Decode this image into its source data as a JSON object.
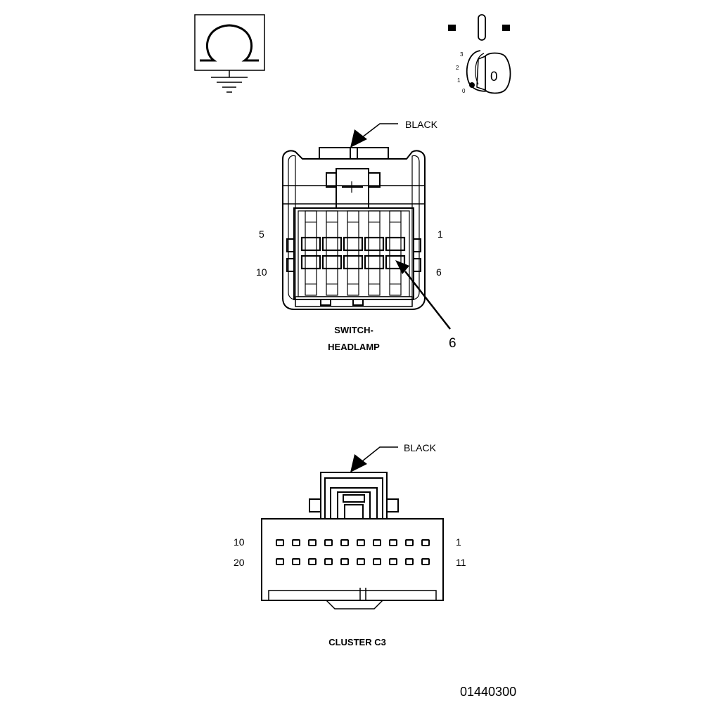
{
  "icons": {
    "ground_symbol": "ground-symbol-icon",
    "ignition_key": "ignition-key-icon"
  },
  "ignition_switch": {
    "positions": [
      "3",
      "2",
      "1",
      "0"
    ],
    "key_label": "0"
  },
  "switch_headlamp": {
    "color_label": "BLACK",
    "pin_top_left": "5",
    "pin_top_right": "1",
    "pin_bottom_left": "10",
    "pin_bottom_right": "6",
    "callout_pin": "6",
    "name_line1": "SWITCH-",
    "name_line2": "HEADLAMP"
  },
  "cluster_c3": {
    "color_label": "BLACK",
    "pin_top_left": "10",
    "pin_top_right": "1",
    "pin_bottom_left": "20",
    "pin_bottom_right": "11",
    "name": "CLUSTER C3"
  },
  "figure_number": "01440300"
}
